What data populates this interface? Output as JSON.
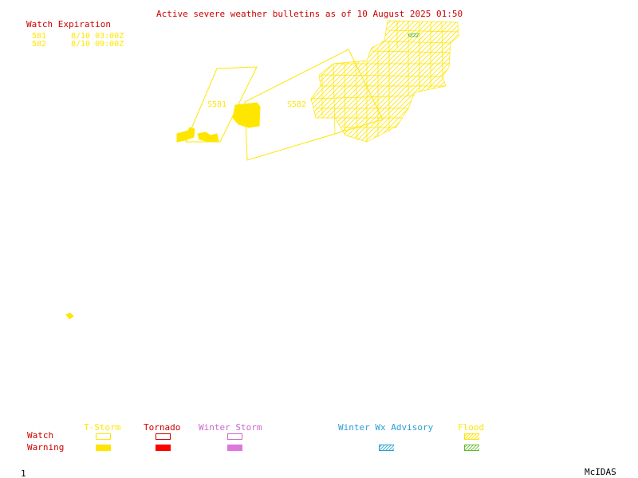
{
  "title": "Active severe weather bulletins as of 10 August 2025 01:50",
  "watch_expiration": {
    "heading": "Watch Expiration",
    "rows": [
      {
        "id": "581",
        "expires": "8/10 03:00Z"
      },
      {
        "id": "582",
        "expires": "8/10 09:00Z"
      }
    ]
  },
  "watch_labels": [
    "S581",
    "S582"
  ],
  "legend": {
    "row_labels": {
      "watch": "Watch",
      "warning": "Warning"
    },
    "columns": [
      {
        "key": "tstorm",
        "label": "T-Storm",
        "color": "#ffe600",
        "watch_style": "outline",
        "warning_style": "filled"
      },
      {
        "key": "tornado",
        "label": "Tornado",
        "color": "#cc0000",
        "watch_style": "outline",
        "warning_style": "filled"
      },
      {
        "key": "winter_storm",
        "label": "Winter Storm",
        "color": "#cc66cc",
        "watch_style": "outline",
        "warning_style": "filled"
      },
      {
        "key": "winter_wx_advisory",
        "label": "Winter Wx Advisory",
        "color": "#2a9fd6",
        "watch_style": "none",
        "warning_style": "hatched"
      },
      {
        "key": "flood",
        "label": "Flood",
        "color": "#ffe600",
        "alt_color": "#66bb33",
        "watch_style": "hatched",
        "warning_style": "hatched"
      }
    ]
  },
  "footer": {
    "frame_number": "1",
    "software": "McIDAS"
  },
  "colors": {
    "title": "#cc0000",
    "severe_tstorm": "#ffe600",
    "flood_warning": "#66bb33"
  }
}
